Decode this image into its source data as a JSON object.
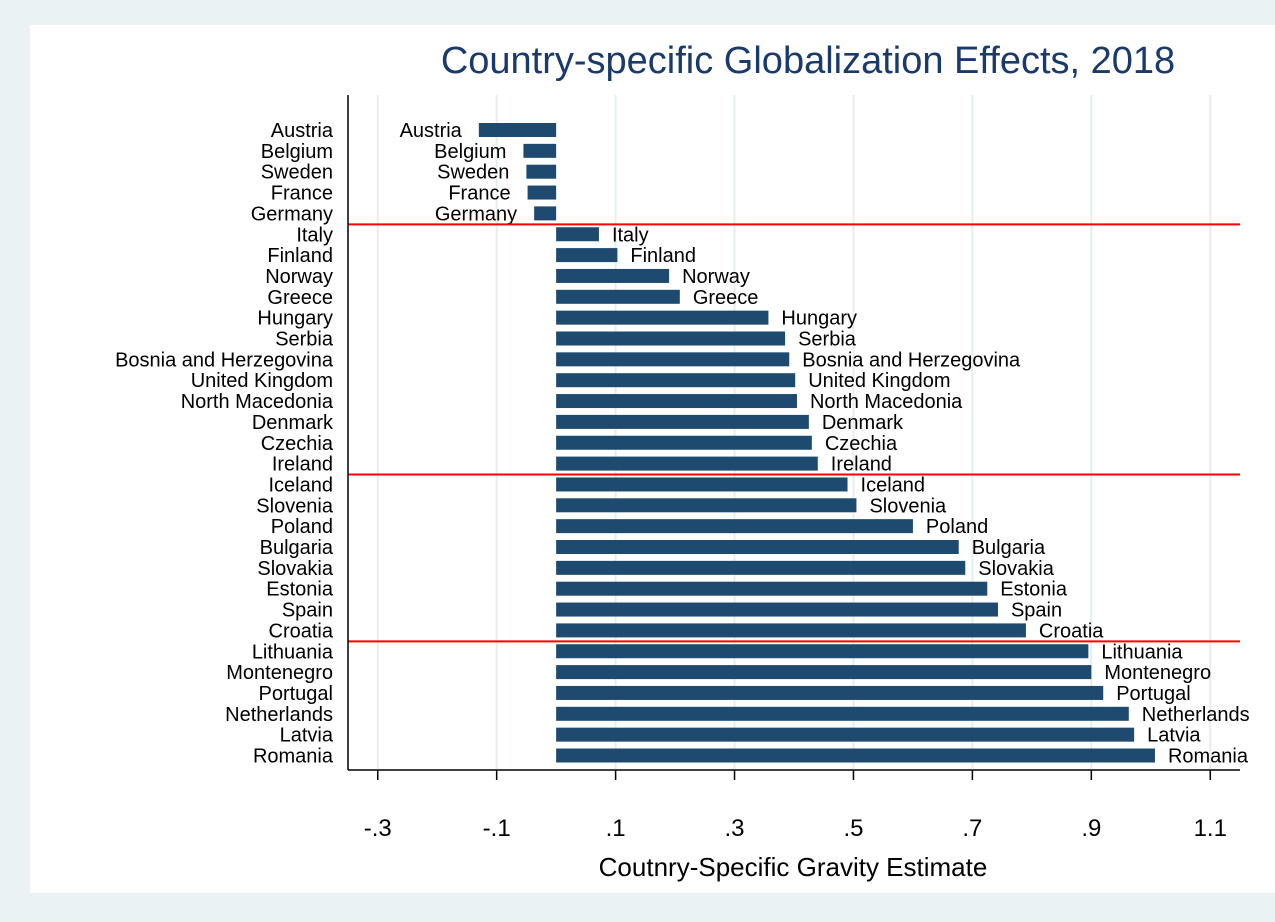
{
  "chart_data": {
    "type": "bar",
    "orientation": "horizontal",
    "title": "Country-specific Globalization Effects, 2018",
    "xlabel": "Coutnry-Specific Gravity Estimate",
    "ylabel": "",
    "xlim": [
      -0.35,
      1.15
    ],
    "xticks": [
      -0.3,
      -0.1,
      0.1,
      0.3,
      0.5,
      0.7,
      0.9,
      1.1
    ],
    "xtick_labels": [
      "-.3",
      "-.1",
      ".1",
      ".3",
      ".5",
      ".7",
      ".9",
      "1.1"
    ],
    "grid": "vertical",
    "bar_color": "#1f4a70",
    "separator_color": "#ff0000",
    "background_color": "#eaf2f3",
    "plot_background_color": "#ffffff",
    "separators_after": [
      "Germany",
      "Ireland",
      "Croatia"
    ],
    "categories": [
      "Austria",
      "Belgium",
      "Sweden",
      "France",
      "Germany",
      "Italy",
      "Finland",
      "Norway",
      "Greece",
      "Hungary",
      "Serbia",
      "Bosnia and Herzegovina",
      "United Kingdom",
      "North Macedonia",
      "Denmark",
      "Czechia",
      "Ireland",
      "Iceland",
      "Slovenia",
      "Poland",
      "Bulgaria",
      "Slovakia",
      "Estonia",
      "Spain",
      "Croatia",
      "Lithuania",
      "Montenegro",
      "Portugal",
      "Netherlands",
      "Latvia",
      "Romania"
    ],
    "values": [
      -0.13,
      -0.055,
      -0.05,
      -0.048,
      -0.037,
      0.072,
      0.103,
      0.19,
      0.208,
      0.357,
      0.385,
      0.392,
      0.402,
      0.405,
      0.425,
      0.43,
      0.44,
      0.49,
      0.505,
      0.6,
      0.677,
      0.688,
      0.725,
      0.743,
      0.79,
      0.895,
      0.9,
      0.92,
      0.963,
      0.972,
      1.007
    ]
  }
}
